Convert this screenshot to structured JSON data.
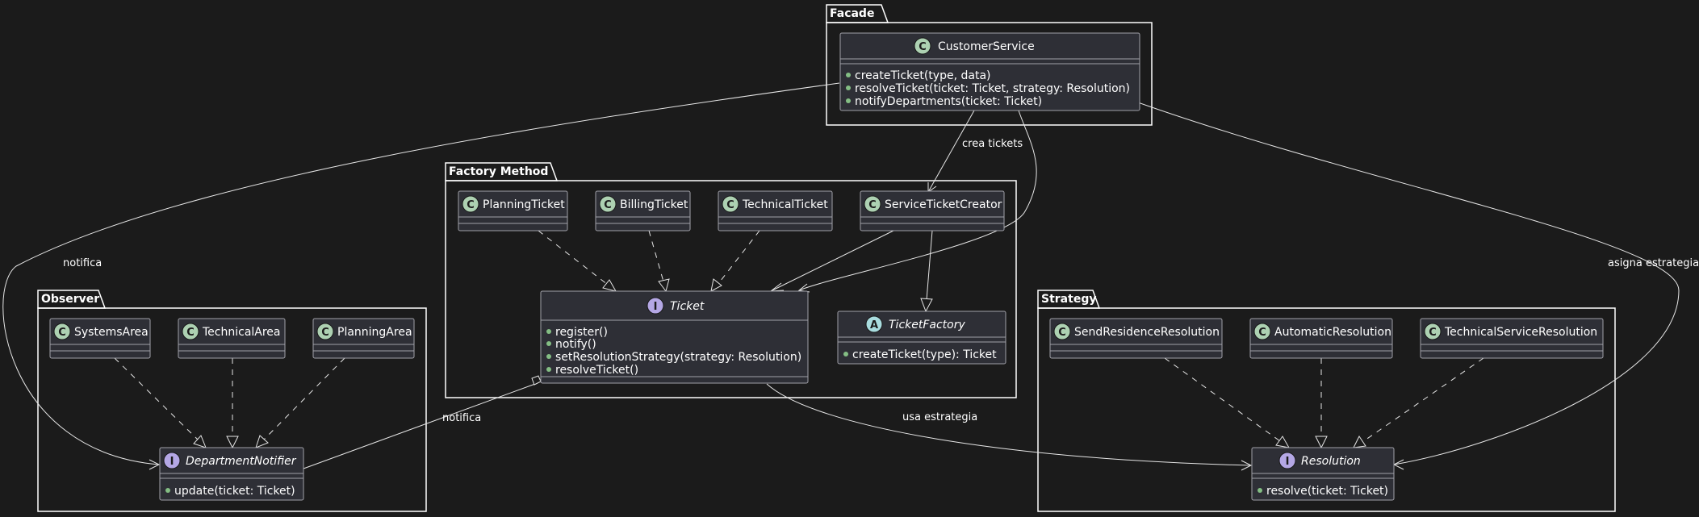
{
  "packages": {
    "facade": "Facade",
    "factory": "Factory Method",
    "observer": "Observer",
    "strategy": "Strategy"
  },
  "classes": {
    "customer_service": {
      "name": "CustomerService",
      "stereotype": "C",
      "members": [
        "createTicket(type, data)",
        "resolveTicket(ticket: Ticket, strategy: Resolution)",
        "notifyDepartments(ticket: Ticket)"
      ]
    },
    "planning_ticket": {
      "name": "PlanningTicket",
      "stereotype": "C"
    },
    "billing_ticket": {
      "name": "BillingTicket",
      "stereotype": "C"
    },
    "technical_ticket": {
      "name": "TechnicalTicket",
      "stereotype": "C"
    },
    "service_ticket_creator": {
      "name": "ServiceTicketCreator",
      "stereotype": "C"
    },
    "ticket": {
      "name": "Ticket",
      "stereotype": "I",
      "members": [
        "register()",
        "notify()",
        "setResolutionStrategy(strategy: Resolution)",
        "resolveTicket()"
      ]
    },
    "ticket_factory": {
      "name": "TicketFactory",
      "stereotype": "A",
      "members": [
        "createTicket(type): Ticket"
      ]
    },
    "systems_area": {
      "name": "SystemsArea",
      "stereotype": "C"
    },
    "technical_area": {
      "name": "TechnicalArea",
      "stereotype": "C"
    },
    "planning_area": {
      "name": "PlanningArea",
      "stereotype": "C"
    },
    "department_notifier": {
      "name": "DepartmentNotifier",
      "stereotype": "I",
      "members": [
        "update(ticket: Ticket)"
      ]
    },
    "send_residence_resolution": {
      "name": "SendResidenceResolution",
      "stereotype": "C"
    },
    "automatic_resolution": {
      "name": "AutomaticResolution",
      "stereotype": "C"
    },
    "technical_service_resolution": {
      "name": "TechnicalServiceResolution",
      "stereotype": "C"
    },
    "resolution": {
      "name": "Resolution",
      "stereotype": "I",
      "members": [
        "resolve(ticket: Ticket)"
      ]
    }
  },
  "relations": {
    "notifica_left": "notifica",
    "crea_tickets": "crea tickets",
    "asigna_estrategia": "asigna estrategia",
    "notifica_ticket": "notifica",
    "usa_estrategia": "usa estrategia"
  },
  "colors": {
    "background": "#1b1b1b",
    "class_fill": "#2e2f36",
    "class_circle": "#add1b2",
    "interface_circle": "#b4a7e5",
    "abstract_circle": "#a9dcdf",
    "public_marker": "#84be84"
  }
}
